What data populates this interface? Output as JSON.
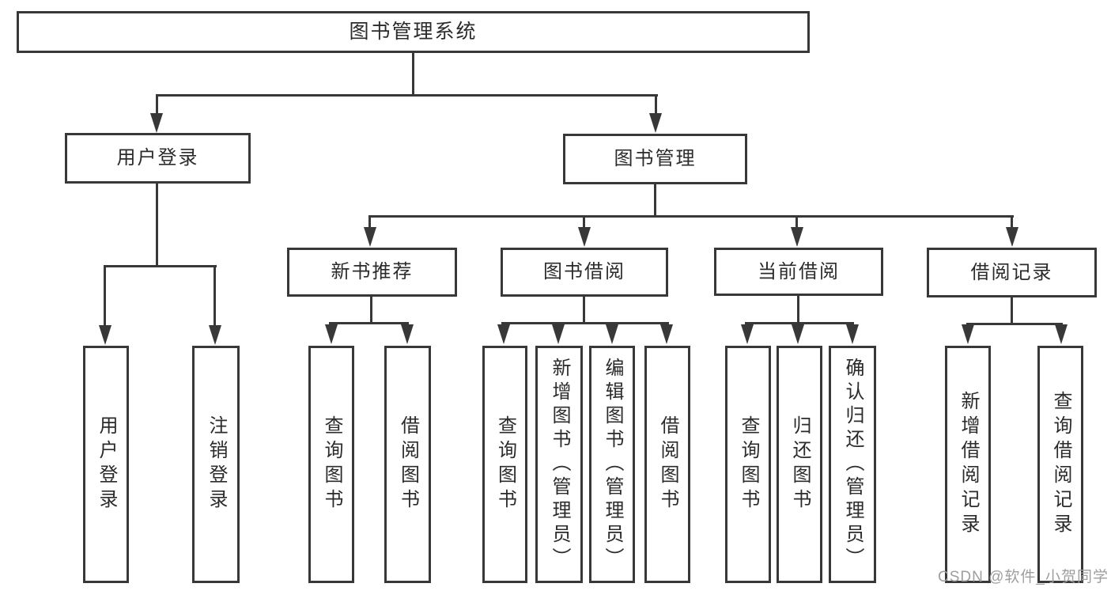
{
  "diagram": {
    "watermark": "CSDN @软件_小贺同学",
    "colors": {
      "line": "#383838",
      "text": "#2b2b2b",
      "watermark": "#9e9e9e",
      "background": "#ffffff"
    },
    "tree": {
      "root": {
        "label": "图书管理系统",
        "children": [
          {
            "label": "用户登录",
            "children": [
              {
                "label": "用户登录"
              },
              {
                "label": "注销登录"
              }
            ]
          },
          {
            "label": "图书管理",
            "children": [
              {
                "label": "新书推荐",
                "children": [
                  {
                    "label": "查询图书"
                  },
                  {
                    "label": "借阅图书"
                  }
                ]
              },
              {
                "label": "图书借阅",
                "children": [
                  {
                    "label": "查询图书"
                  },
                  {
                    "label": "新增图书（管理员）"
                  },
                  {
                    "label": "编辑图书（管理员）"
                  },
                  {
                    "label": "借阅图书"
                  }
                ]
              },
              {
                "label": "当前借阅",
                "children": [
                  {
                    "label": "查询图书"
                  },
                  {
                    "label": "归还图书"
                  },
                  {
                    "label": "确认归还（管理员）"
                  }
                ]
              },
              {
                "label": "借阅记录",
                "children": [
                  {
                    "label": "新增借阅记录"
                  },
                  {
                    "label": "查询借阅记录"
                  }
                ]
              }
            ]
          }
        ]
      }
    }
  }
}
